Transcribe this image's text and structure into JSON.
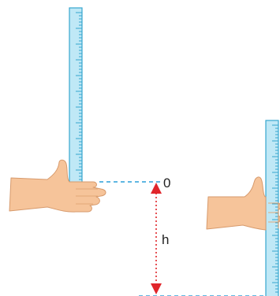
{
  "labels": {
    "zero_mark": "0",
    "height": "h"
  },
  "colors": {
    "ruler_fill": "#bfe8f6",
    "ruler_stroke": "#36a6cf",
    "ruler_tick": "#36a6cf",
    "hand_fill": "#f6c49a",
    "hand_shade": "#e2a878",
    "hand_outline": "#d79a6c",
    "reference_dash": "#2a9fd8",
    "arrow": "#e0262b"
  },
  "elements": {
    "left_ruler": "ruler",
    "right_ruler": "ruler",
    "left_hand": "hand-holding-ruler",
    "right_hand": "hand-ready-to-catch",
    "arrow": "double-headed-arrow"
  }
}
